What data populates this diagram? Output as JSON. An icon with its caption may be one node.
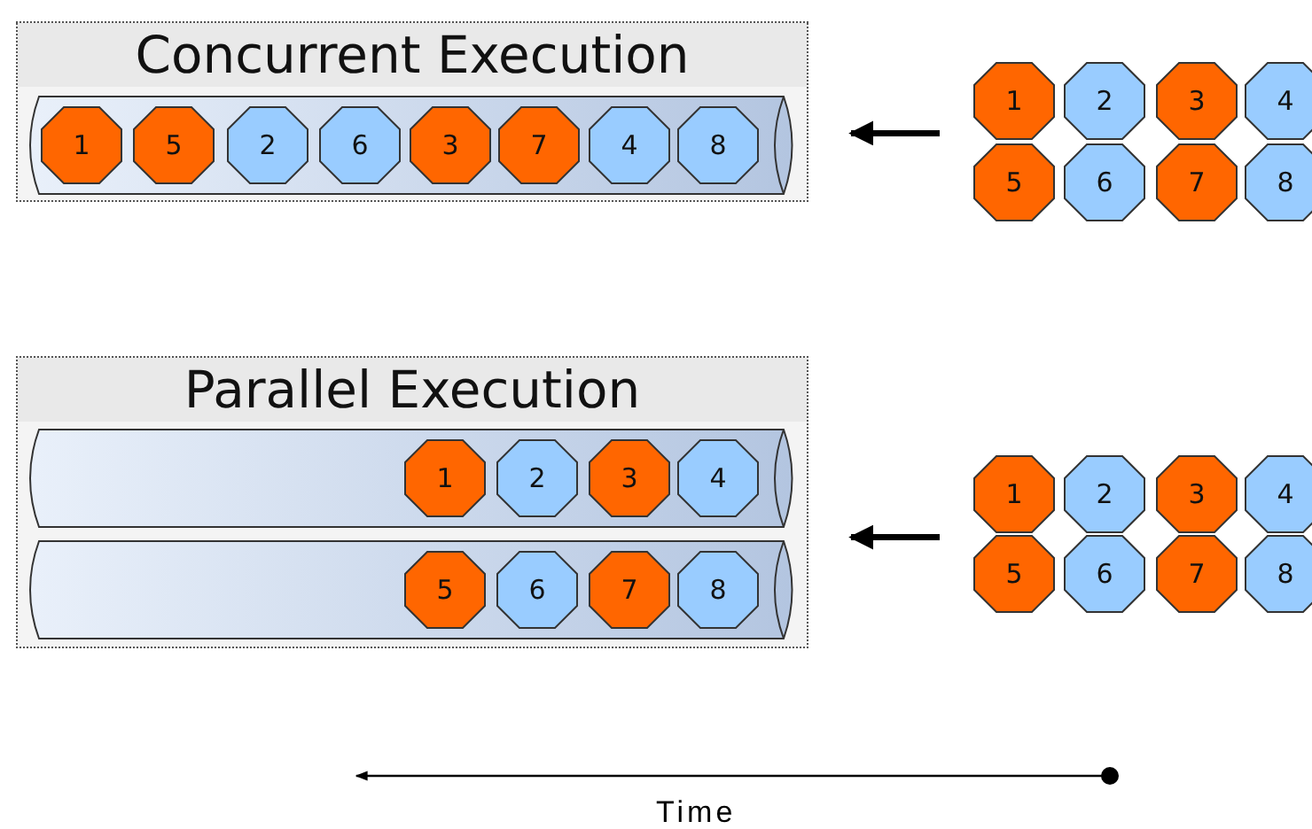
{
  "diagram": {
    "nodes": [
      {
        "text": [
          "Concurrent Execution"
        ]
      },
      {
        "text": [],
        "shape": "cylinder",
        "in": 0
      },
      {
        "text": [
          "1"
        ],
        "in": 1
      },
      {
        "text": [
          "5"
        ],
        "in": 1
      },
      {
        "text": [
          "2"
        ],
        "in": 1
      },
      {
        "text": [
          "6"
        ],
        "in": 1
      },
      {
        "text": [
          "3"
        ],
        "in": 1
      },
      {
        "text": [
          "7"
        ],
        "in": 1
      },
      {
        "text": [
          "4"
        ],
        "in": 1
      },
      {
        "text": [
          "8"
        ],
        "in": 1
      },
      {
        "text": [
          "Parallel Execution"
        ]
      },
      {
        "text": [],
        "shape": "cylinder",
        "in": 10
      },
      {
        "text": [
          "1"
        ],
        "in": 11
      },
      {
        "text": [
          "2"
        ],
        "in": 11
      },
      {
        "text": [
          "3"
        ],
        "in": 11
      },
      {
        "text": [
          "4"
        ],
        "in": 11
      },
      {
        "text": [],
        "shape": "cylinder",
        "in": 10
      },
      {
        "text": [
          "5"
        ],
        "in": 16
      },
      {
        "text": [
          "6"
        ],
        "in": 16
      },
      {
        "text": [
          "7"
        ],
        "in": 16
      },
      {
        "text": [
          "8"
        ],
        "in": 16
      },
      {
        "text": [
          "1"
        ]
      },
      {
        "text": [
          "2"
        ]
      },
      {
        "text": [
          "3"
        ]
      },
      {
        "text": [
          "4"
        ]
      },
      {
        "text": [
          "5"
        ]
      },
      {
        "text": [
          "6"
        ]
      },
      {
        "text": [
          "7"
        ]
      },
      {
        "text": [
          "8"
        ]
      },
      {
        "text": [
          "1"
        ]
      },
      {
        "text": [
          "2"
        ]
      },
      {
        "text": [
          "3"
        ]
      },
      {
        "text": [
          "4"
        ]
      },
      {
        "text": [
          "5"
        ]
      },
      {
        "text": [
          "6"
        ]
      },
      {
        "text": [
          "7"
        ]
      },
      {
        "text": [
          "8"
        ]
      }
    ],
    "edges": [
      {
        "from": null,
        "to": 0,
        "arrow": "to"
      },
      {
        "from": null,
        "to": 10,
        "arrow": "to"
      }
    ],
    "labels": [
      "Time"
    ]
  }
}
